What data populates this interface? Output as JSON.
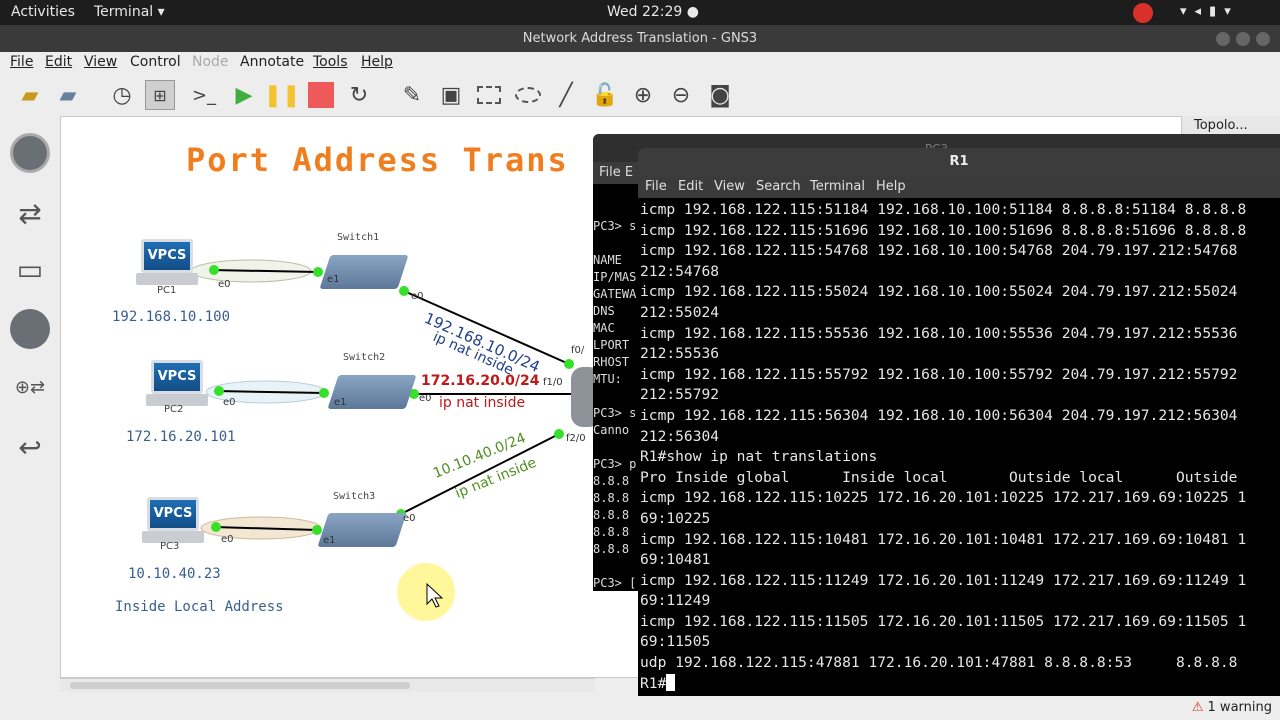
{
  "topbar": {
    "activities": "Activities",
    "app": "Terminal ▾",
    "clock": "Wed 22:29 ●"
  },
  "window": {
    "title": "Network Address Translation - GNS3"
  },
  "menu": {
    "file": "File",
    "edit": "Edit",
    "view": "View",
    "control": "Control",
    "node": "Node",
    "annotate": "Annotate",
    "tools": "Tools",
    "help": "Help"
  },
  "canvas": {
    "title": "Port Address Trans",
    "pc1": {
      "label": "PC1",
      "ip": "192.168.10.100",
      "badge": "VPCS",
      "port": "e0"
    },
    "pc2": {
      "label": "PC2",
      "ip": "172.16.20.101",
      "badge": "VPCS",
      "port": "e0"
    },
    "pc3": {
      "label": "PC3",
      "ip": "10.10.40.23",
      "badge": "VPCS",
      "port": "e0"
    },
    "sw1": {
      "label": "Switch1",
      "p1": "e1",
      "p0": "e0"
    },
    "sw2": {
      "label": "Switch2",
      "p1": "e1",
      "p0": "e0"
    },
    "sw3": {
      "label": "Switch3",
      "p1": "e1",
      "p0": "e0"
    },
    "net1": {
      "subnet": "192.168.10.0/24",
      "nat": "ip nat inside",
      "color": "#1f3f8a"
    },
    "net2": {
      "subnet": "172.16.20.0/24",
      "nat": "ip nat inside",
      "color": "#c01818"
    },
    "net3": {
      "subnet": "10.10.40.0/24",
      "nat": "ip nat inside",
      "color": "#4f8f1f"
    },
    "r_f0": "f0/",
    "r_f1": "f1/0",
    "r_f2": "f2/0",
    "inside_local": "Inside Local Address"
  },
  "dock": {
    "topology": "Topolo..."
  },
  "pc3term": {
    "title": "PC3",
    "menu": "File  E",
    "lines": [
      "",
      "",
      "PC3> s",
      "",
      "NAME",
      "IP/MAS",
      "GATEWA",
      "DNS",
      "MAC",
      "LPORT",
      "RHOST",
      "MTU:",
      "",
      "PC3> s",
      "Canno",
      "",
      "PC3> p",
      "8.8.8",
      "8.8.8",
      "8.8.8",
      "8.8.8",
      "8.8.8",
      "",
      "PC3> ["
    ]
  },
  "r1term": {
    "title": "R1",
    "menu": [
      "File",
      "Edit",
      "View",
      "Search",
      "Terminal",
      "Help"
    ],
    "lines": [
      "icmp 192.168.122.115:51184 192.168.10.100:51184 8.8.8.8:51184 8.8.8.8",
      "icmp 192.168.122.115:51696 192.168.10.100:51696 8.8.8.8:51696 8.8.8.8",
      "icmp 192.168.122.115:54768 192.168.10.100:54768 204.79.197.212:54768",
      "212:54768",
      "icmp 192.168.122.115:55024 192.168.10.100:55024 204.79.197.212:55024",
      "212:55024",
      "icmp 192.168.122.115:55536 192.168.10.100:55536 204.79.197.212:55536",
      "212:55536",
      "icmp 192.168.122.115:55792 192.168.10.100:55792 204.79.197.212:55792",
      "212:55792",
      "icmp 192.168.122.115:56304 192.168.10.100:56304 204.79.197.212:56304",
      "212:56304",
      "R1#show ip nat translations",
      "Pro Inside global      Inside local       Outside local      Outside",
      "icmp 192.168.122.115:10225 172.16.20.101:10225 172.217.169.69:10225 1",
      "69:10225",
      "icmp 192.168.122.115:10481 172.16.20.101:10481 172.217.169.69:10481 1",
      "69:10481",
      "icmp 192.168.122.115:11249 172.16.20.101:11249 172.217.169.69:11249 1",
      "69:11249",
      "icmp 192.168.122.115:11505 172.16.20.101:11505 172.217.169.69:11505 1",
      "69:11505",
      "udp 192.168.122.115:47881 172.16.20.101:47881 8.8.8.8:53     8.8.8.8",
      "R1#"
    ]
  },
  "status": {
    "warning": "1 warning"
  }
}
